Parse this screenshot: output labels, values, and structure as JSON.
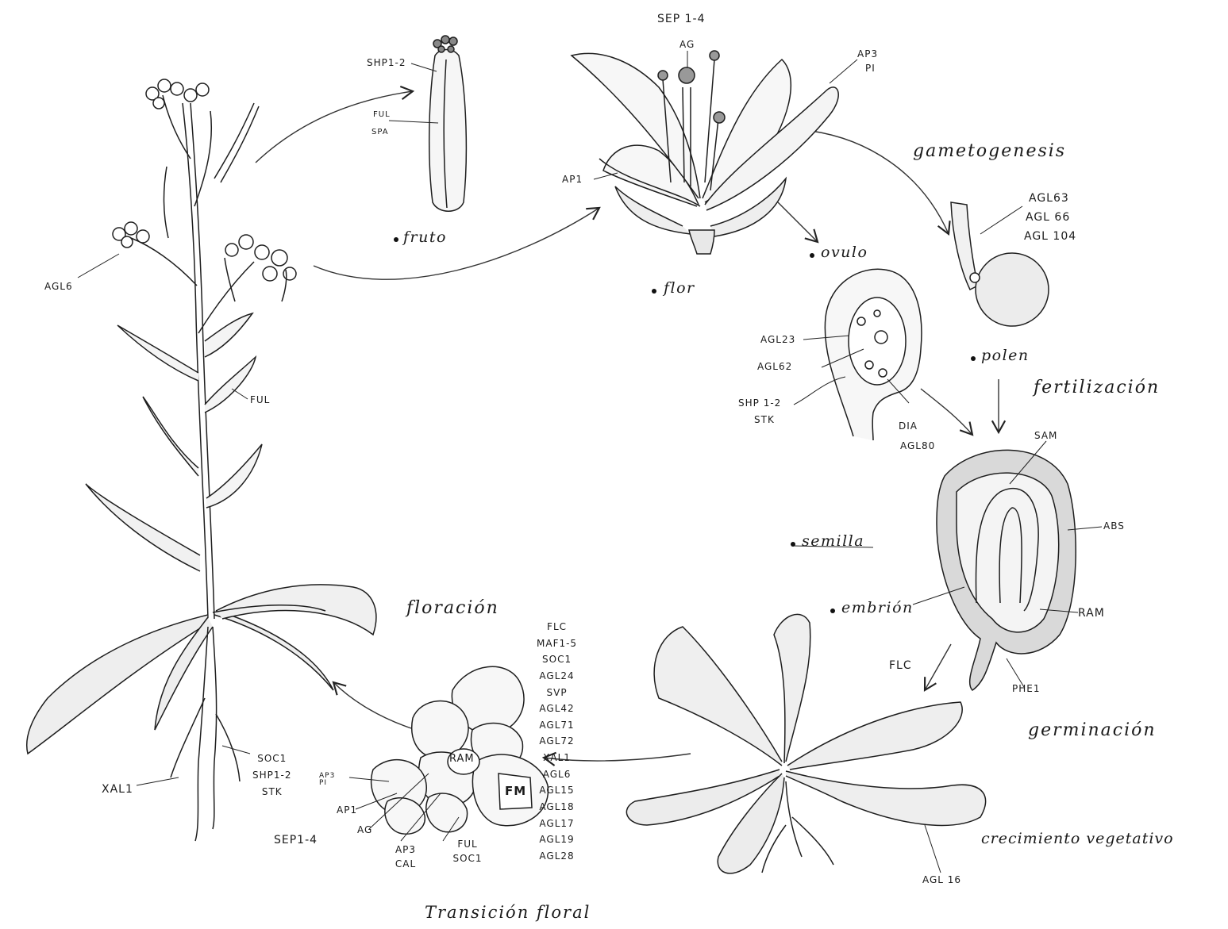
{
  "stages": {
    "fruto": "fruto",
    "flor": "flor",
    "ovulo": "ovulo",
    "polen": "polen",
    "semilla": "semilla",
    "embrion": "embrión"
  },
  "processes": {
    "gametogenesis": "gametogenesis",
    "fertilizacion": "fertilización",
    "germinacion": "germinación",
    "crecimiento": "crecimiento vegetativo",
    "transicion": "Transición floral",
    "floracion": "floración"
  },
  "labels": {
    "shp12_fruit": "SHP1-2",
    "ful_fruit": "FUL",
    "spa": "SPA",
    "sep14_top": "SEP 1-4",
    "ag_flower": "AG",
    "ap3": "AP3",
    "pi": "PI",
    "ap1_flower": "AP1",
    "agl63": "AGL63",
    "agl66": "AGL 66",
    "agl104": "AGL 104",
    "agl23": "AGL23",
    "agl62": "AGL62",
    "shp12_ovule": "SHP 1-2",
    "stk_ovule": "STK",
    "dia": "DIA",
    "agl80": "AGL80",
    "sam": "SAM",
    "abs": "ABS",
    "ram_seed": "RAM",
    "phe1": "PHE1",
    "flc_germ": "FLC",
    "agl16": "AGL 16",
    "agl6": "AGL6",
    "ful_plant": "FUL",
    "xal1_plant": "XAL1",
    "soc1_root": "SOC1",
    "shp12_root": "SHP1-2",
    "stk_root": "STK",
    "ram_meri": "RAM",
    "fm": "FM",
    "ap3pi_meri": "AP3 PI",
    "ap1_meri": "AP1",
    "ag_meri": "AG",
    "sep14_meri": "SEP1-4",
    "ap3cal_meri": "AP3 CAL",
    "fulsoc1_meri": "FUL SOC1"
  },
  "transition_genes": [
    "FLC",
    "MAF1-5",
    "SOC1",
    "AGL24",
    "SVP",
    "AGL42",
    "AGL71",
    "AGL72",
    "XAL1",
    "AGL6",
    "AGL15",
    "AGL18",
    "AGL17",
    "AGL19",
    "AGL28"
  ]
}
